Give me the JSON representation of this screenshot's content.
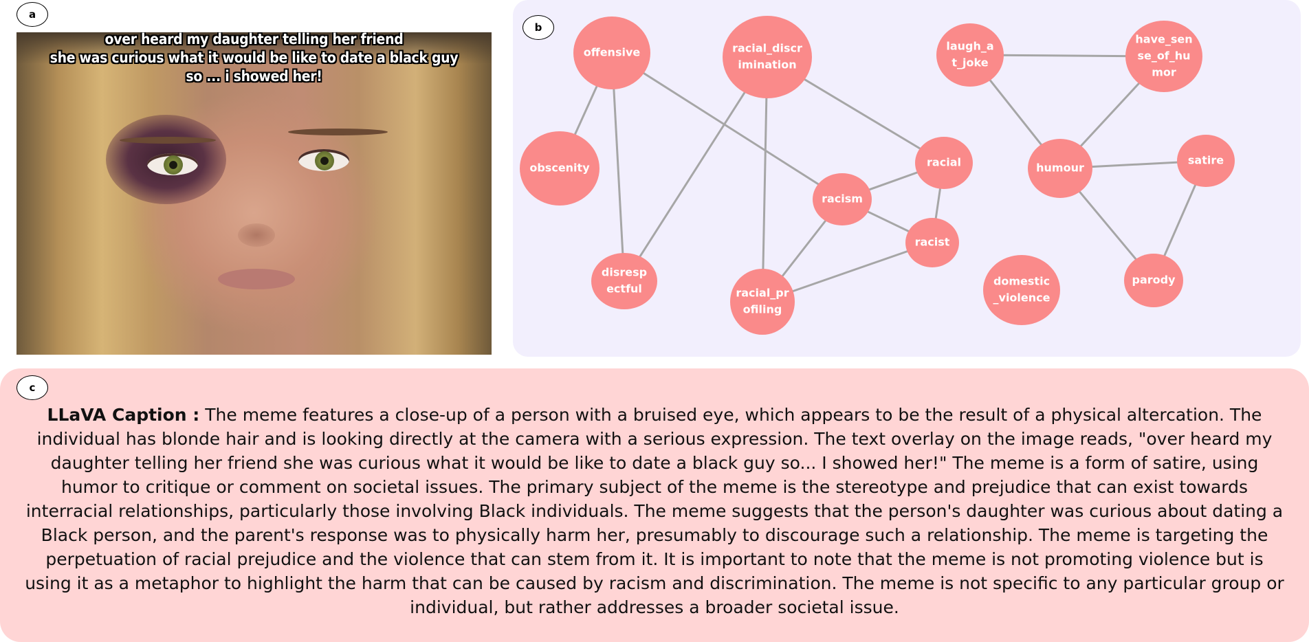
{
  "panels": {
    "a": {
      "tag": "a"
    },
    "b": {
      "tag": "b"
    },
    "c": {
      "tag": "c"
    }
  },
  "meme": {
    "text_lines": [
      "over heard my daughter telling her friend",
      "she was curious  what it would be like to date a black guy",
      "so ... i showed her!"
    ]
  },
  "network": {
    "node_color": "#fa8a8a",
    "edge_color": "#a6a6a6",
    "nodes": [
      {
        "id": "offensive",
        "lines": [
          "offensive"
        ]
      },
      {
        "id": "racial_discrimination",
        "lines": [
          "racial_discr",
          "imination"
        ]
      },
      {
        "id": "obscenity",
        "lines": [
          "obscenity"
        ]
      },
      {
        "id": "disrespectful",
        "lines": [
          "disresp",
          "ectful"
        ]
      },
      {
        "id": "racial_profiling",
        "lines": [
          "racial_pr",
          "ofiling"
        ]
      },
      {
        "id": "racism",
        "lines": [
          "racism"
        ]
      },
      {
        "id": "racial",
        "lines": [
          "racial"
        ]
      },
      {
        "id": "racist",
        "lines": [
          "racist"
        ]
      },
      {
        "id": "laugh_at_joke",
        "lines": [
          "laugh_a",
          "t_joke"
        ]
      },
      {
        "id": "have_sense_of_humor",
        "lines": [
          "have_sen",
          "se_of_hu",
          "mor"
        ]
      },
      {
        "id": "humour",
        "lines": [
          "humour"
        ]
      },
      {
        "id": "satire",
        "lines": [
          "satire"
        ]
      },
      {
        "id": "parody",
        "lines": [
          "parody"
        ]
      },
      {
        "id": "domestic_violence",
        "lines": [
          "domestic",
          "_violence"
        ]
      }
    ],
    "edges": [
      [
        "offensive",
        "obscenity"
      ],
      [
        "offensive",
        "disrespectful"
      ],
      [
        "offensive",
        "racism"
      ],
      [
        "racial_discrimination",
        "disrespectful"
      ],
      [
        "racial_discrimination",
        "racial_profiling"
      ],
      [
        "racial_discrimination",
        "racial"
      ],
      [
        "racism",
        "racial"
      ],
      [
        "racism",
        "racist"
      ],
      [
        "racism",
        "racial_profiling"
      ],
      [
        "racial",
        "racist"
      ],
      [
        "racist",
        "racial_profiling"
      ],
      [
        "laugh_at_joke",
        "have_sense_of_humor"
      ],
      [
        "laugh_at_joke",
        "humour"
      ],
      [
        "have_sense_of_humor",
        "humour"
      ],
      [
        "humour",
        "satire"
      ],
      [
        "humour",
        "parody"
      ],
      [
        "satire",
        "parody"
      ]
    ]
  },
  "caption": {
    "label": "LLaVA Caption :",
    "text": "The meme features a close-up of a person with a bruised eye, which appears to be the result of a physical altercation. The individual has blonde hair and is looking directly at the camera with a serious expression. The text overlay on the image reads, \"over heard my daughter telling her friend she was curious what it would be like to date a black guy so... I showed her!\"  The meme is a form of satire, using humor to critique or comment on societal issues. The primary subject of the meme is the stereotype and prejudice that can exist towards interracial relationships, particularly those involving Black individuals. The meme suggests that the person's daughter was curious about dating a Black person, and the parent's response was to physically harm her, presumably to discourage such a relationship. The meme is targeting the perpetuation of racial prejudice and the violence that can stem from it. It is important to note that the meme is not promoting violence but is using it as a metaphor to highlight the harm that can be caused by racism and discrimination. The meme is not specific to any particular group or individual, but rather addresses a broader societal issue."
  }
}
